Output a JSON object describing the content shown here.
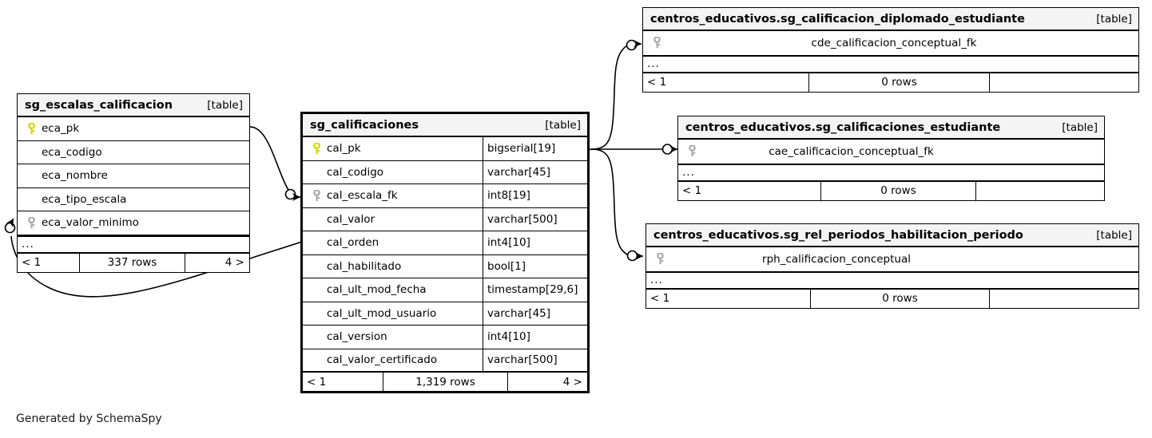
{
  "diagram": {
    "generator_credit": "Generated by SchemaSpy",
    "table_tag": "[table]",
    "ellipsis": "...",
    "colors": {
      "primary_key_icon": "#d4d400",
      "foreign_key_icon": "#a9a9a9",
      "header_background": "#f4f4f4",
      "border": "#000000",
      "edge": "#000000"
    }
  },
  "tables": [
    {
      "id": "sg_escalas_calificacion",
      "title": "sg_escalas_calificacion",
      "tag": "[table]",
      "focal": false,
      "columns": [
        {
          "name": "eca_pk",
          "key": "primary",
          "type": ""
        },
        {
          "name": "eca_codigo",
          "key": "none",
          "type": ""
        },
        {
          "name": "eca_nombre",
          "key": "none",
          "type": ""
        },
        {
          "name": "eca_tipo_escala",
          "key": "none",
          "type": ""
        },
        {
          "name": "eca_valor_minimo",
          "key": "foreign",
          "type": ""
        }
      ],
      "has_ellipsis": true,
      "footer": {
        "left": "< 1",
        "middle": "337 rows",
        "right": "4 >"
      }
    },
    {
      "id": "sg_calificaciones",
      "title": "sg_calificaciones",
      "tag": "[table]",
      "focal": true,
      "columns": [
        {
          "name": "cal_pk",
          "key": "primary",
          "type": "bigserial[19]"
        },
        {
          "name": "cal_codigo",
          "key": "none",
          "type": "varchar[45]"
        },
        {
          "name": "cal_escala_fk",
          "key": "foreign",
          "type": "int8[19]"
        },
        {
          "name": "cal_valor",
          "key": "none",
          "type": "varchar[500]"
        },
        {
          "name": "cal_orden",
          "key": "none",
          "type": "int4[10]"
        },
        {
          "name": "cal_habilitado",
          "key": "none",
          "type": "bool[1]"
        },
        {
          "name": "cal_ult_mod_fecha",
          "key": "none",
          "type": "timestamp[29,6]"
        },
        {
          "name": "cal_ult_mod_usuario",
          "key": "none",
          "type": "varchar[45]"
        },
        {
          "name": "cal_version",
          "key": "none",
          "type": "int4[10]"
        },
        {
          "name": "cal_valor_certificado",
          "key": "none",
          "type": "varchar[500]"
        }
      ],
      "has_ellipsis": false,
      "footer": {
        "left": "< 1",
        "middle": "1,319 rows",
        "right": "4 >"
      }
    },
    {
      "id": "sg_calificacion_diplomado_estudiante",
      "title": "centros_educativos.sg_calificacion_diplomado_estudiante",
      "tag": "[table]",
      "focal": false,
      "columns": [
        {
          "name": "cde_calificacion_conceptual_fk",
          "key": "foreign",
          "type": ""
        }
      ],
      "has_ellipsis": true,
      "footer": {
        "left": "< 1",
        "middle": "0 rows",
        "right": ""
      }
    },
    {
      "id": "sg_calificaciones_estudiante",
      "title": "centros_educativos.sg_calificaciones_estudiante",
      "tag": "[table]",
      "focal": false,
      "columns": [
        {
          "name": "cae_calificacion_conceptual_fk",
          "key": "foreign",
          "type": ""
        }
      ],
      "has_ellipsis": true,
      "footer": {
        "left": "< 1",
        "middle": "0 rows",
        "right": ""
      }
    },
    {
      "id": "sg_rel_periodos_habilitacion_periodo",
      "title": "centros_educativos.sg_rel_periodos_habilitacion_periodo",
      "tag": "[table]",
      "focal": false,
      "columns": [
        {
          "name": "rph_calificacion_conceptual",
          "key": "foreign",
          "type": ""
        }
      ],
      "has_ellipsis": true,
      "footer": {
        "left": "< 1",
        "middle": "0 rows",
        "right": ""
      }
    }
  ],
  "relationships": [
    {
      "from": "sg_escalas_calificacion.eca_pk",
      "to": "sg_calificaciones.cal_escala_fk"
    },
    {
      "from": "sg_calificaciones.cal_pk",
      "to": "sg_calificacion_diplomado_estudiante.cde_calificacion_conceptual_fk"
    },
    {
      "from": "sg_calificaciones.cal_pk",
      "to": "sg_calificaciones_estudiante.cae_calificacion_conceptual_fk"
    },
    {
      "from": "sg_calificaciones.cal_pk",
      "to": "sg_rel_periodos_habilitacion_periodo.rph_calificacion_conceptual"
    },
    {
      "from": "sg_calificaciones.cal_pk",
      "to": "sg_escalas_calificacion.eca_valor_minimo"
    }
  ]
}
